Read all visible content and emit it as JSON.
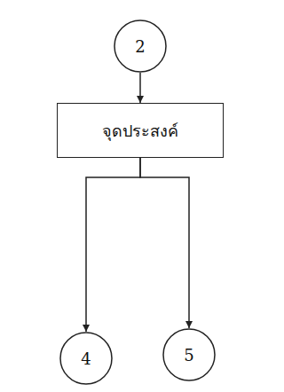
{
  "diagram": {
    "nodes": [
      {
        "text": [
          "2"
        ]
      },
      {
        "text": [
          "จุดประสงค์"
        ]
      },
      {
        "text": [
          "4"
        ]
      },
      {
        "text": [
          "5"
        ]
      }
    ],
    "edges": [
      {
        "from": 0,
        "to": 1,
        "arrow": "to"
      },
      {
        "from": 1,
        "to": 2,
        "arrow": "to"
      },
      {
        "from": 1,
        "to": 3,
        "arrow": "to"
      }
    ]
  }
}
